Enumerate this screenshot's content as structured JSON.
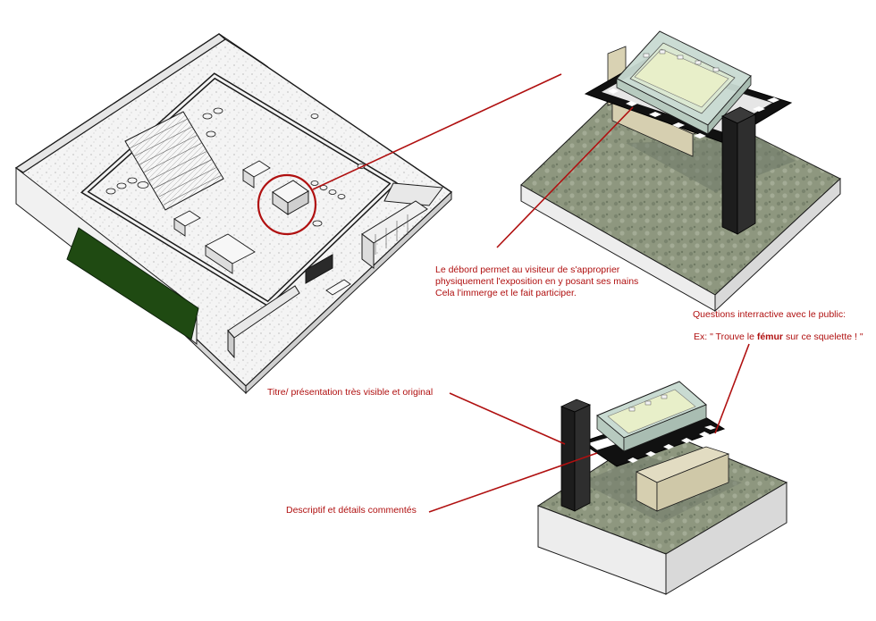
{
  "colors": {
    "annotation": "#b01010",
    "line_dark": "#1a1a1a",
    "floor_speckle": "#efefef",
    "green_panel": "#1f4a12",
    "moss": "#8c9582",
    "moss_dark": "#6e7868",
    "base_side": "#ededed",
    "glass": "#c9dbd2",
    "wood": "#d9d2b3",
    "pillar": "#1d1d1d"
  },
  "annotations": {
    "overhang": {
      "line1": "Le débord permet au visiteur de s'approprier",
      "line2": "physiquement l'exposition en y posant ses mains",
      "line3": "Cela l'immerge et le fait participer."
    },
    "questions": {
      "line1": "Questions  interractive avec le public:",
      "prefix": "Ex: \" Trouve le ",
      "bold": "fémur",
      "suffix": " sur ce squelette ! \""
    },
    "title": "Titre/ présentation très visible et original",
    "description": "Descriptif et détails commentés"
  }
}
